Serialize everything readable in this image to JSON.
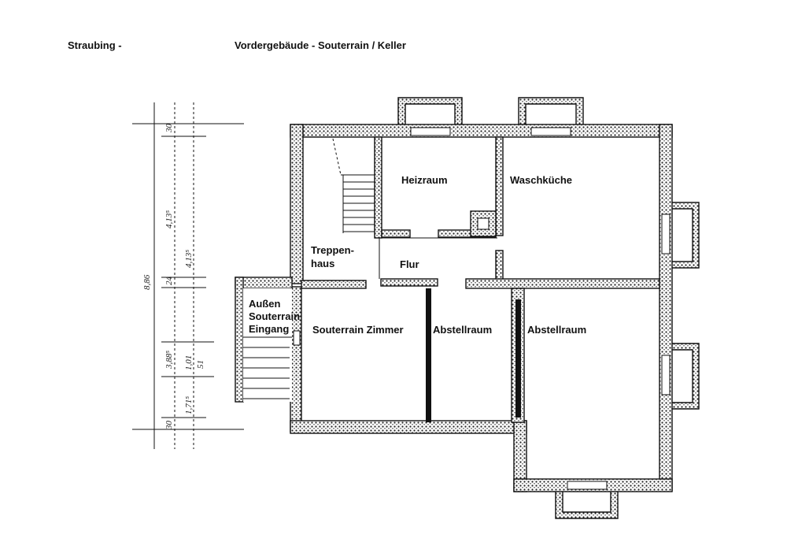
{
  "header": {
    "location": "Straubing -",
    "title": "Vordergebäude - Souterrain / Keller"
  },
  "rooms": {
    "heizraum": "Heizraum",
    "waschkueche": "Waschküche",
    "treppenhaus_1": "Treppen-",
    "treppenhaus_2": "haus",
    "flur": "Flur",
    "aussen_1": "Außen",
    "aussen_2": "Souterrain",
    "aussen_3": "Eingang",
    "souterrain_zimmer": "Souterrain Zimmer",
    "abstellraum_1": "Abstellraum",
    "abstellraum_2": "Abstellraum"
  },
  "dimensions": {
    "total_height": "8,86",
    "upper_height": "4,13⁵",
    "upper_height_inner": "4,13⁵",
    "wall_top": "30",
    "wall_mid": "24",
    "lower_height": "3,88⁵",
    "lower_a": "1,01",
    "lower_b": "51",
    "lower_c": "1,71⁵",
    "wall_bottom": "30"
  }
}
